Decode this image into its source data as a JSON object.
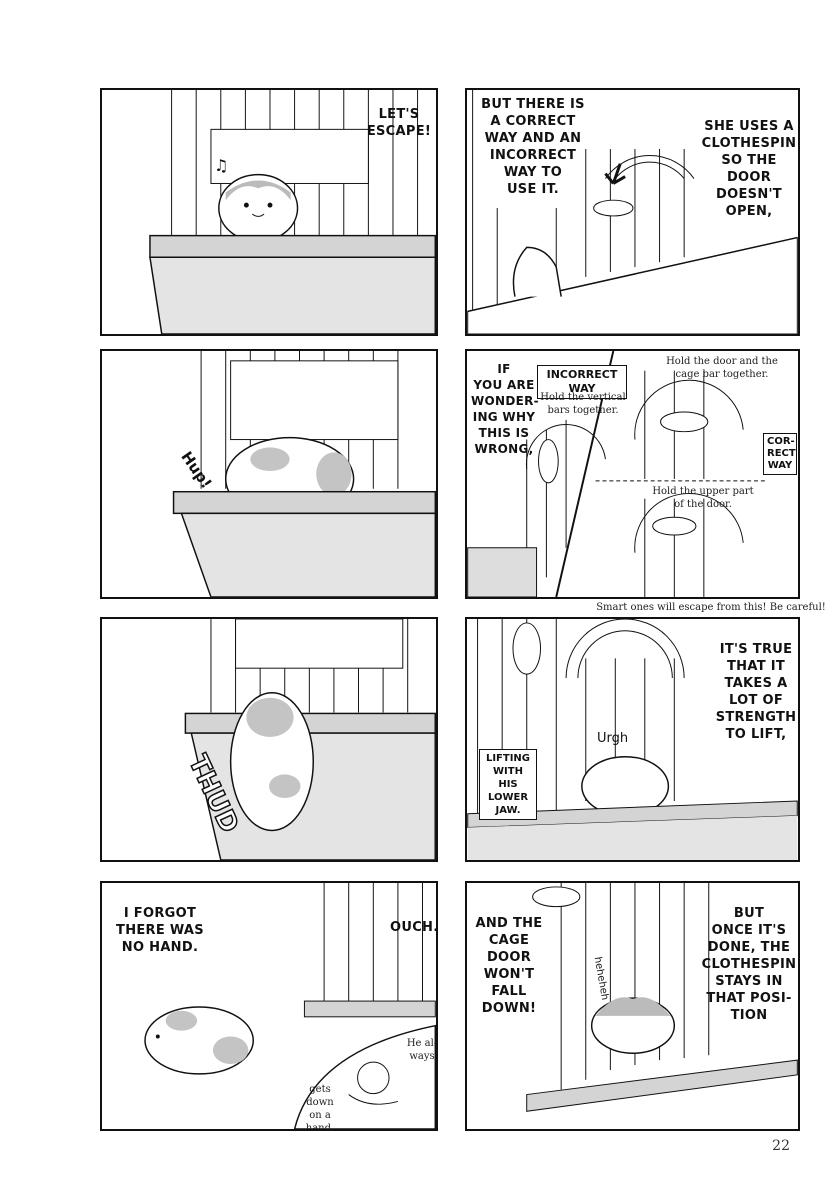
{
  "page": {
    "number": "22"
  },
  "panels": {
    "p1": {
      "speech": "LET'S\nESCAPE!",
      "note_symbol": "♫"
    },
    "p2": {
      "caption_left": "BUT THERE IS\nA CORRECT\nWAY AND AN\nINCORRECT\nWAY TO\nUSE IT.",
      "caption_right": "SHE USES A\nCLOTHESPIN\nSO THE DOOR\nDOESN'T\nOPEN,"
    },
    "p3": {
      "sfx": "Hup!"
    },
    "p4": {
      "caption": "IF\nYOU ARE\nWONDER-\nING WHY\nTHIS IS\nWRONG,",
      "incorrect_label": "INCORRECT WAY",
      "incorrect_note": "Hold the vertical\nbars together.",
      "correct_note_top": "Hold the door and the\ncage bar together.",
      "correct_label": "COR-\nRECT\nWAY",
      "correct_note_bottom": "Hold the upper part\nof the door.",
      "footer_note": "Smart ones will escape from this! Be careful!"
    },
    "p5": {
      "sfx": "THUD"
    },
    "p6": {
      "caption": "IT'S TRUE\nTHAT IT\nTAKES A\nLOT OF\nSTRENGTH\nTO LIFT,",
      "box_label": "LIFTING\nWITH HIS\nLOWER\nJAW.",
      "sfx": "Urgh"
    },
    "p7": {
      "caption": "I FORGOT\nTHERE WAS\nNO HAND.",
      "speech": "OUCH.",
      "note_right": "He al-\nways",
      "note_left": "gets\ndown\non a\nhand."
    },
    "p8": {
      "caption_left": "AND THE\nCAGE\nDOOR\nWON'T\nFALL\nDOWN!",
      "caption_right": "BUT\nONCE IT'S\nDONE, THE\nCLOTHESPIN\nSTAYS IN\nTHAT POSI-\nTION",
      "sfx": "heheheh"
    }
  },
  "colors": {
    "ink": "#111111",
    "tone": "#d4d4d4",
    "paper": "#ffffff"
  }
}
